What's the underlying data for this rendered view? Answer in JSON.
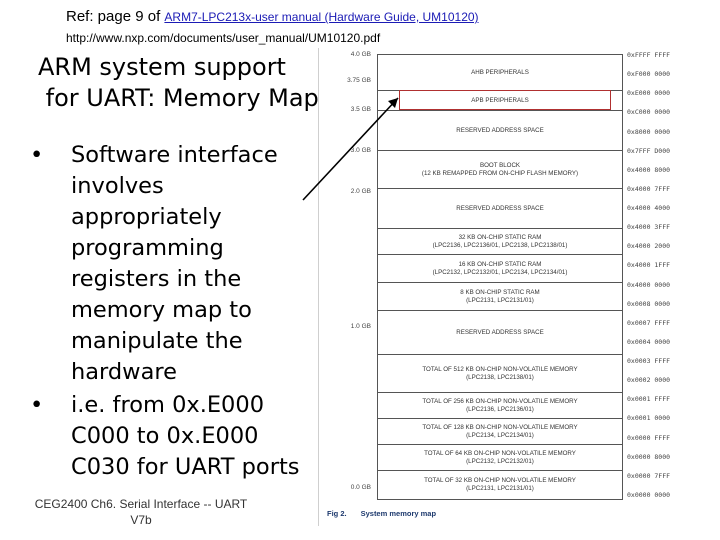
{
  "header": {
    "ref_prefix": "Ref: page 9 of ",
    "manual_link": "ARM7-LPC213x-user manual (Hardware Guide, UM10120)",
    "url": "http://www.nxp.com/documents/user_manual/UM10120.pdf"
  },
  "slide": {
    "title_line1": "ARM system support",
    "title_line2": " for UART: Memory Map",
    "bullets": [
      "Software interface involves appropriately programming registers in the memory map to manipulate the hardware",
      "i.e. from 0x.E000 C000 to 0x.E000 C030 for UART ports"
    ],
    "footer_line1": "CEG2400 Ch6. Serial Interface -- UART",
    "footer_line2": "V7b"
  },
  "figure": {
    "caption_label": "Fig 2.",
    "caption_text": "System memory map",
    "size_labels": [
      "4.0 GB",
      "3.75 GB",
      "3.5 GB",
      "3.0 GB",
      "2.0 GB",
      "1.0 GB",
      "0.0 GB"
    ],
    "regions": [
      {
        "line1": "AHB PERIPHERALS",
        "line2": ""
      },
      {
        "line1": "APB PERIPHERALS",
        "line2": ""
      },
      {
        "line1": "RESERVED ADDRESS SPACE",
        "line2": ""
      },
      {
        "line1": "BOOT BLOCK",
        "line2": "(12 kB REMAPPED FROM ON-CHIP FLASH MEMORY)"
      },
      {
        "line1": "RESERVED ADDRESS SPACE",
        "line2": ""
      },
      {
        "line1": "32 kB ON-CHIP STATIC RAM",
        "line2": "(LPC2136, LPC2136/01, LPC2138, LPC2138/01)"
      },
      {
        "line1": "16 kB ON-CHIP STATIC RAM",
        "line2": "(LPC2132, LPC2132/01, LPC2134, LPC2134/01)"
      },
      {
        "line1": "8 kB ON-CHIP STATIC RAM",
        "line2": "(LPC2131, LPC2131/01)"
      },
      {
        "line1": "RESERVED ADDRESS SPACE",
        "line2": ""
      },
      {
        "line1": "TOTAL OF 512 kB ON-CHIP NON-VOLATILE MEMORY",
        "line2": "(LPC2138, LPC2138/01)"
      },
      {
        "line1": "TOTAL OF 256 kB ON-CHIP NON-VOLATILE MEMORY",
        "line2": "(LPC2136, LPC2136/01)"
      },
      {
        "line1": "TOTAL OF 128 kB ON-CHIP NON-VOLATILE MEMORY",
        "line2": "(LPC2134, LPC2134/01)"
      },
      {
        "line1": "TOTAL OF 64 kB ON-CHIP NON-VOLATILE MEMORY",
        "line2": "(LPC2132, LPC2132/01)"
      },
      {
        "line1": "TOTAL OF 32 kB ON-CHIP NON-VOLATILE MEMORY",
        "line2": "(LPC2131, LPC2131/01)"
      }
    ],
    "address_labels": [
      "0xFFFF FFFF",
      "0xF000 0000",
      "0xE000 0000",
      "0xC000 0000",
      "0x8000 0000",
      "0x7FFF D000",
      "0x4000 8000",
      "0x4000 7FFF",
      "0x4000 4000",
      "0x4000 3FFF",
      "0x4000 2000",
      "0x4000 1FFF",
      "0x4000 0000",
      "0x0008 0000",
      "0x0007 FFFF",
      "0x0004 0000",
      "0x0003 FFFF",
      "0x0002 0000",
      "0x0001 FFFF",
      "0x0001 0000",
      "0x0000 FFFF",
      "0x0000 8000",
      "0x0000 7FFF",
      "0x0000 0000"
    ],
    "highlight_color": "#b03030"
  }
}
